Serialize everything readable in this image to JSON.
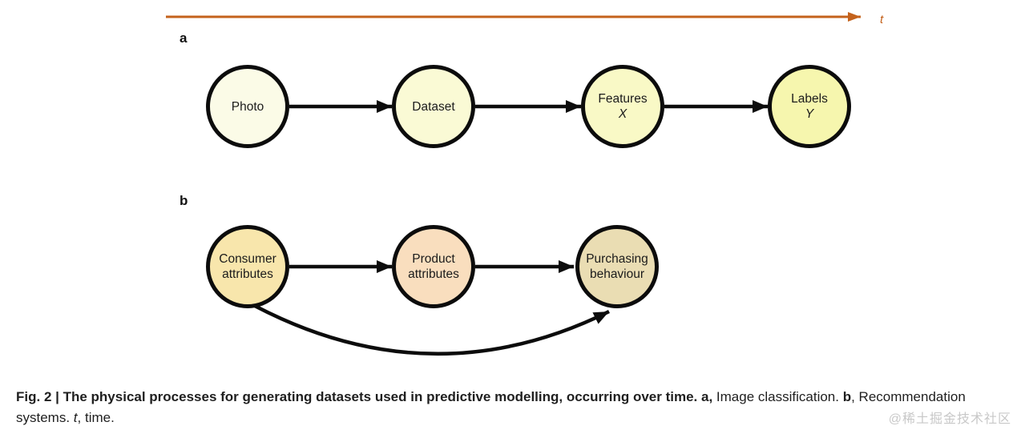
{
  "figure": {
    "timeline": {
      "label": "t",
      "color": "#c4621c"
    },
    "section_a": {
      "label": "a",
      "nodes": [
        {
          "line1": "Photo",
          "line2": "",
          "fill": "#fbfbe7"
        },
        {
          "line1": "Dataset",
          "line2": "",
          "fill": "#fafad5"
        },
        {
          "line1": "Features",
          "line2": "X",
          "fill": "#f9f9c6"
        },
        {
          "line1": "Labels",
          "line2": "Y",
          "fill": "#f6f6ae"
        }
      ]
    },
    "section_b": {
      "label": "b",
      "nodes": [
        {
          "line1": "Consumer",
          "line2": "attributes",
          "fill": "#f8e6ac"
        },
        {
          "line1": "Product",
          "line2": "attributes",
          "fill": "#f9debe"
        },
        {
          "line1": "Purchasing",
          "line2": "behaviour",
          "fill": "#eaddb3"
        }
      ]
    }
  },
  "caption": {
    "fig_bold": "Fig. 2 | The physical processes for generating datasets used in predictive modelling, occurring over time. ",
    "a_bold": "a,",
    "a_text": " Image classification. ",
    "b_bold": "b",
    "b_text": ", Recommendation systems. ",
    "t_italic": "t",
    "t_text": ", time."
  },
  "watermark": "@稀土掘金技术社区"
}
